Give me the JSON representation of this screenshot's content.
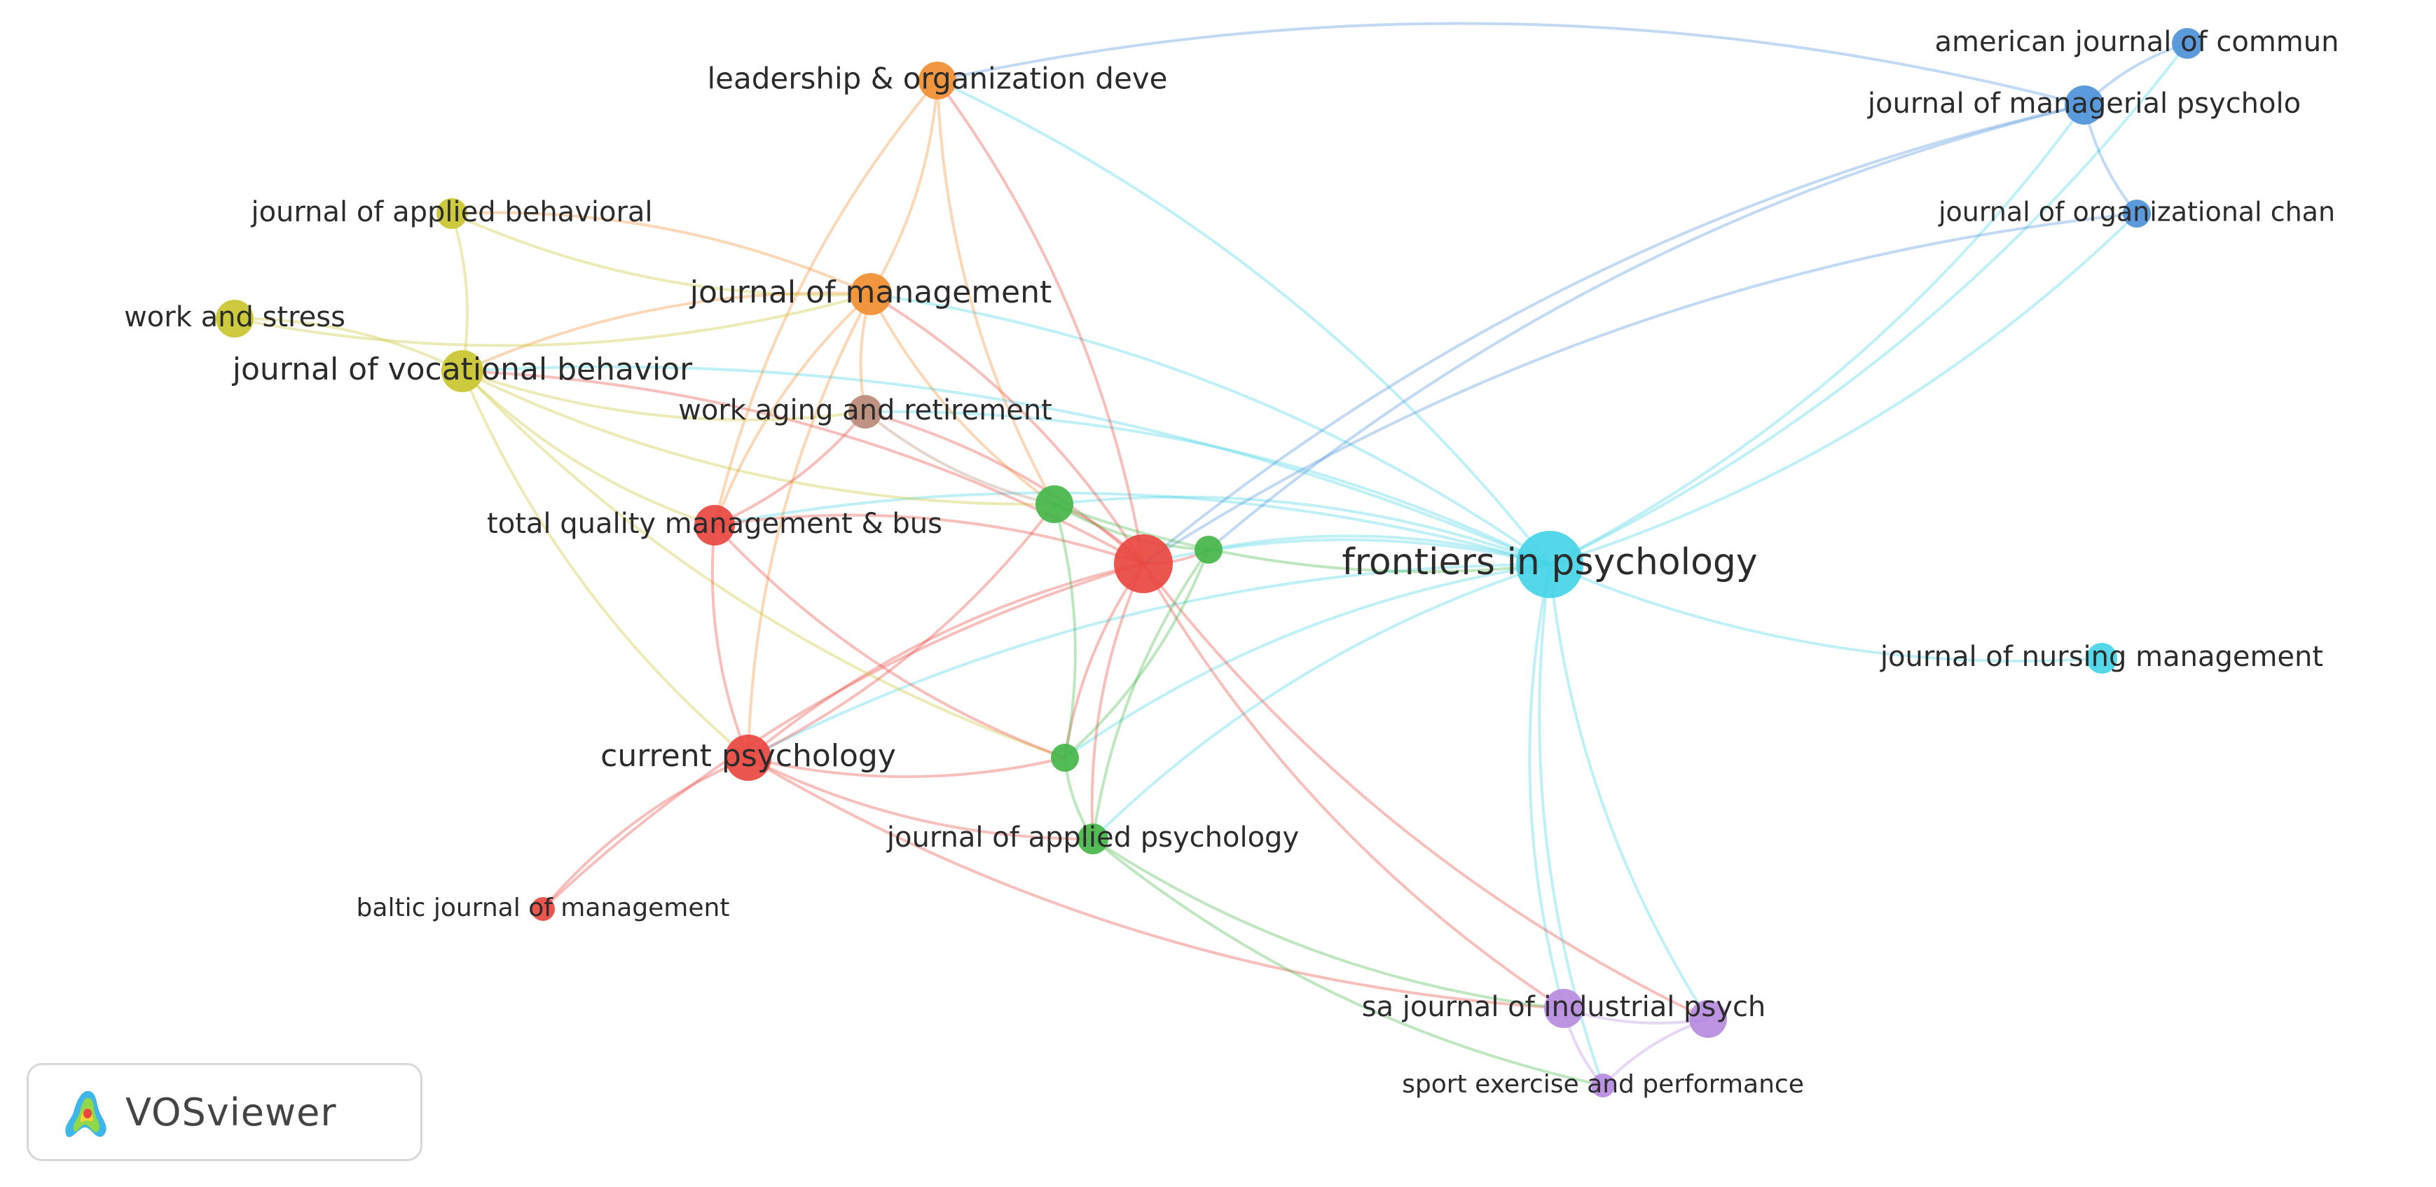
{
  "app": {
    "brand_label": "VOSviewer",
    "brand_icon": "vosviewer-logo-icon"
  },
  "cluster_colors": {
    "red": "#e8473f",
    "green": "#45b649",
    "cyan": "#45d4e6",
    "blue": "#4d93d9",
    "orange": "#f08e31",
    "yellow": "#c9c530",
    "purple": "#b68be0",
    "brown": "#b88a78"
  },
  "network": {
    "nodes": [
      {
        "id": "frontiers",
        "label": "frontiers in psychology",
        "cluster": "cyan"
      },
      {
        "id": "jnm",
        "label": "journal of nursing management",
        "cluster": "cyan"
      },
      {
        "id": "ajc",
        "label": "american journal of commun",
        "cluster": "blue"
      },
      {
        "id": "jmp",
        "label": "journal of managerial psycholo",
        "cluster": "blue"
      },
      {
        "id": "joc",
        "label": "journal of organizational chan",
        "cluster": "blue"
      },
      {
        "id": "lod",
        "label": "leadership & organization deve",
        "cluster": "orange"
      },
      {
        "id": "jom",
        "label": "journal of management",
        "cluster": "orange"
      },
      {
        "id": "jabs",
        "label": "journal of applied behavioral",
        "cluster": "yellow"
      },
      {
        "id": "was",
        "label": "work and stress",
        "cluster": "yellow"
      },
      {
        "id": "jvb",
        "label": "journal of vocational behavior",
        "cluster": "yellow"
      },
      {
        "id": "war",
        "label": "work aging and retirement",
        "cluster": "brown"
      },
      {
        "id": "tqm",
        "label": "total quality management & bus",
        "cluster": "red"
      },
      {
        "id": "center",
        "label": "",
        "cluster": "red"
      },
      {
        "id": "cp",
        "label": "current psychology",
        "cluster": "red"
      },
      {
        "id": "bjm",
        "label": "baltic journal of management",
        "cluster": "red"
      },
      {
        "id": "g1",
        "label": "",
        "cluster": "green"
      },
      {
        "id": "g2",
        "label": "",
        "cluster": "green"
      },
      {
        "id": "g3",
        "label": "",
        "cluster": "green"
      },
      {
        "id": "jap",
        "label": "journal of applied psychology",
        "cluster": "green"
      },
      {
        "id": "sajip",
        "label": "sa journal of industrial psych",
        "cluster": "purple"
      },
      {
        "id": "p2",
        "label": "",
        "cluster": "purple"
      },
      {
        "id": "sep",
        "label": "sport exercise and performance",
        "cluster": "purple"
      }
    ],
    "links": [
      [
        "frontiers",
        "jnm"
      ],
      [
        "frontiers",
        "ajc"
      ],
      [
        "frontiers",
        "jmp"
      ],
      [
        "frontiers",
        "joc"
      ],
      [
        "frontiers",
        "center"
      ],
      [
        "frontiers",
        "g1"
      ],
      [
        "frontiers",
        "g2"
      ],
      [
        "frontiers",
        "g3"
      ],
      [
        "frontiers",
        "jom"
      ],
      [
        "frontiers",
        "jvb"
      ],
      [
        "frontiers",
        "cp"
      ],
      [
        "frontiers",
        "sajip"
      ],
      [
        "frontiers",
        "p2"
      ],
      [
        "frontiers",
        "tqm"
      ],
      [
        "frontiers",
        "lod"
      ],
      [
        "frontiers",
        "war"
      ],
      [
        "frontiers",
        "jap"
      ],
      [
        "ajc",
        "jmp"
      ],
      [
        "jmp",
        "joc"
      ],
      [
        "jmp",
        "center"
      ],
      [
        "jmp",
        "g2"
      ],
      [
        "joc",
        "center"
      ],
      [
        "jmp",
        "lod"
      ],
      [
        "center",
        "tqm"
      ],
      [
        "center",
        "cp"
      ],
      [
        "center",
        "jom"
      ],
      [
        "center",
        "lod"
      ],
      [
        "center",
        "jvb"
      ],
      [
        "center",
        "war"
      ],
      [
        "center",
        "g1"
      ],
      [
        "center",
        "g2"
      ],
      [
        "center",
        "g3"
      ],
      [
        "center",
        "jap"
      ],
      [
        "center",
        "sajip"
      ],
      [
        "center",
        "bjm"
      ],
      [
        "center",
        "p2"
      ],
      [
        "jom",
        "lod"
      ],
      [
        "jom",
        "jvb"
      ],
      [
        "jom",
        "tqm"
      ],
      [
        "jom",
        "cp"
      ],
      [
        "jom",
        "jabs"
      ],
      [
        "jom",
        "g1"
      ],
      [
        "jom",
        "war"
      ],
      [
        "lod",
        "tqm"
      ],
      [
        "lod",
        "g1"
      ],
      [
        "jvb",
        "was"
      ],
      [
        "jvb",
        "jabs"
      ],
      [
        "jvb",
        "tqm"
      ],
      [
        "jvb",
        "war"
      ],
      [
        "jvb",
        "g3"
      ],
      [
        "jvb",
        "g1"
      ],
      [
        "jvb",
        "cp"
      ],
      [
        "jabs",
        "jom"
      ],
      [
        "was",
        "jom"
      ],
      [
        "tqm",
        "cp"
      ],
      [
        "tqm",
        "g3"
      ],
      [
        "tqm",
        "war"
      ],
      [
        "cp",
        "bjm"
      ],
      [
        "cp",
        "g3"
      ],
      [
        "cp",
        "jap"
      ],
      [
        "cp",
        "g1"
      ],
      [
        "cp",
        "sajip"
      ],
      [
        "g3",
        "jap"
      ],
      [
        "g3",
        "g1"
      ],
      [
        "g3",
        "g2"
      ],
      [
        "g1",
        "g2"
      ],
      [
        "g2",
        "jap"
      ],
      [
        "jap",
        "sajip"
      ],
      [
        "g1",
        "frontiers"
      ],
      [
        "war",
        "g1"
      ],
      [
        "sajip",
        "sep"
      ],
      [
        "sajip",
        "p2"
      ],
      [
        "p2",
        "sep"
      ],
      [
        "frontiers",
        "sep"
      ],
      [
        "jap",
        "sep"
      ]
    ]
  }
}
